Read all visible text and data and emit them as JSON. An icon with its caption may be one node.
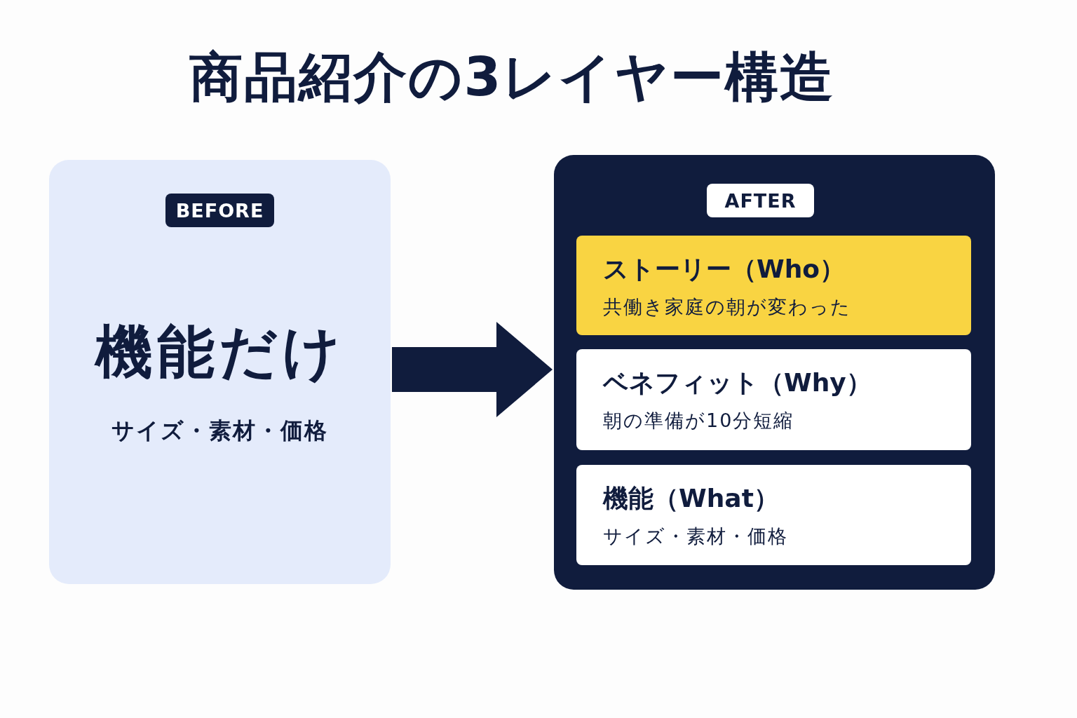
{
  "diagram": {
    "title": "商品紹介の3レイヤー構造",
    "nodes": [
      {
        "text": [
          "機能だけ",
          "サイズ・素材・価格"
        ]
      },
      {
        "text": [
          "BEFORE"
        ],
        "in": 0
      },
      {
        "text": [],
        "shape": "box"
      },
      {
        "text": [
          "AFTER"
        ],
        "in": 2
      },
      {
        "text": [
          "ストーリー（Who）",
          "共働き家庭の朝が変わった"
        ],
        "in": 2
      },
      {
        "text": [
          "ベネフィット（Why）",
          "朝の準備が10分短縮"
        ],
        "in": 2
      },
      {
        "text": [
          "機能（What）",
          "サイズ・素材・価格"
        ],
        "in": 2
      }
    ],
    "edges": [
      {
        "from": 0,
        "to": 2,
        "arrow": "to",
        "style": "thick"
      }
    ]
  }
}
